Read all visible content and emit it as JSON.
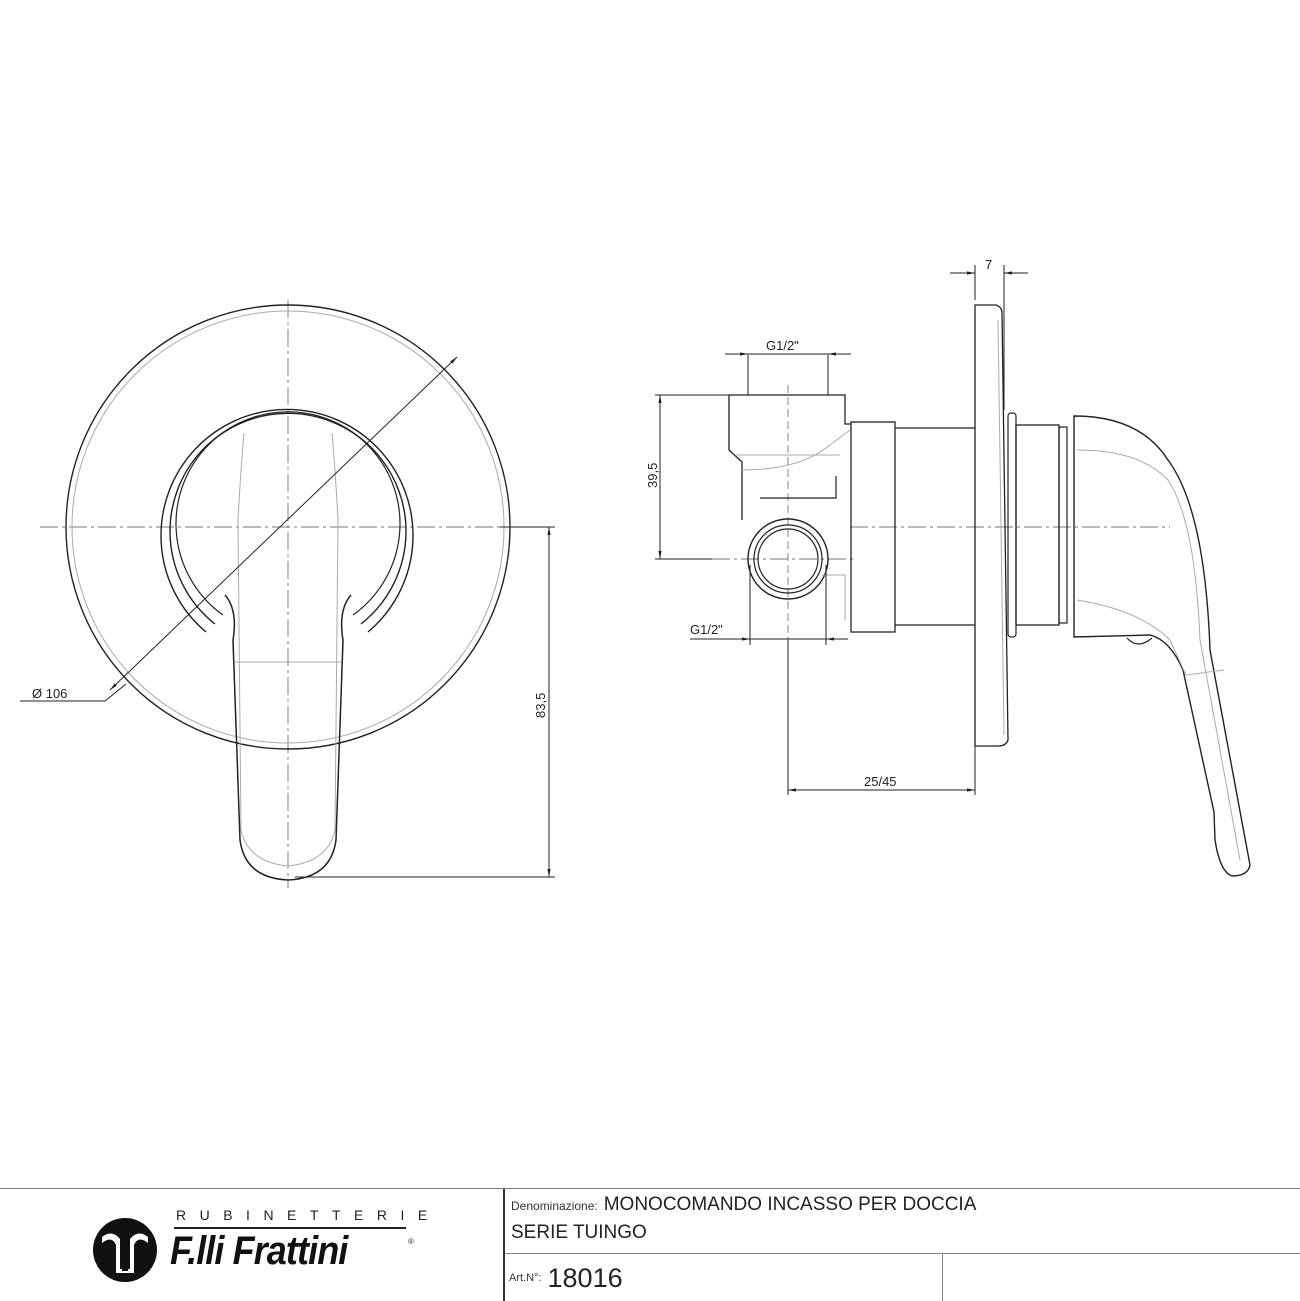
{
  "drawing": {
    "front_view": {
      "diameter_label": "Ø 106",
      "height_label": "83,5"
    },
    "side_view": {
      "thickness_label": "7",
      "top_thread_label": "G1/2\"",
      "bottom_thread_label": "G1/2\"",
      "vertical_offset_label": "39,5",
      "depth_label": "25/45"
    }
  },
  "title_block": {
    "brand": {
      "tagline": "RUBINETTERIE",
      "name": "F.lli Frattini",
      "registered": "®"
    },
    "denominazione_label": "Denominazione:",
    "denominazione_value": "MONOCOMANDO INCASSO PER DOCCIA",
    "series": "SERIE TUINGO",
    "article_label": "Art.N°:",
    "article_number": "18016"
  }
}
